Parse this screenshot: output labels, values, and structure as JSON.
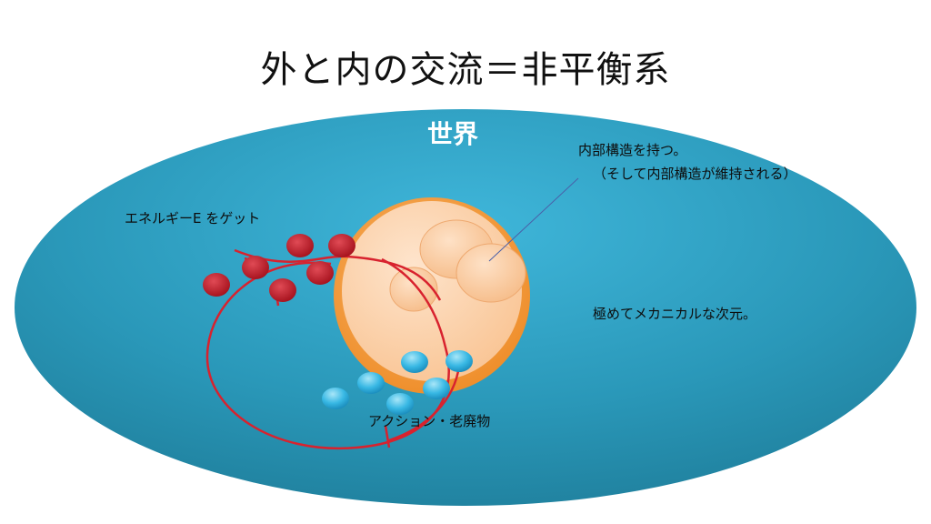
{
  "slide": {
    "title": "外と内の交流＝非平衡系",
    "world_label": "世界",
    "structure_note_line1": "内部構造を持つ。",
    "structure_note_line2": "（そして内部構造が維持される）",
    "energy_label": "エネルギーE をゲット",
    "mechanical_label": "極めてメカニカルな次元。",
    "action_label": "アクション・老廃物"
  },
  "colors": {
    "world_fill": "#2a98b9",
    "cell_outer": "#f39a3c",
    "cell_inner": "#fcd2ac",
    "energy_ball": "#c5232f",
    "waste_ball": "#2fb2e0",
    "red_line": "#d8222e"
  }
}
